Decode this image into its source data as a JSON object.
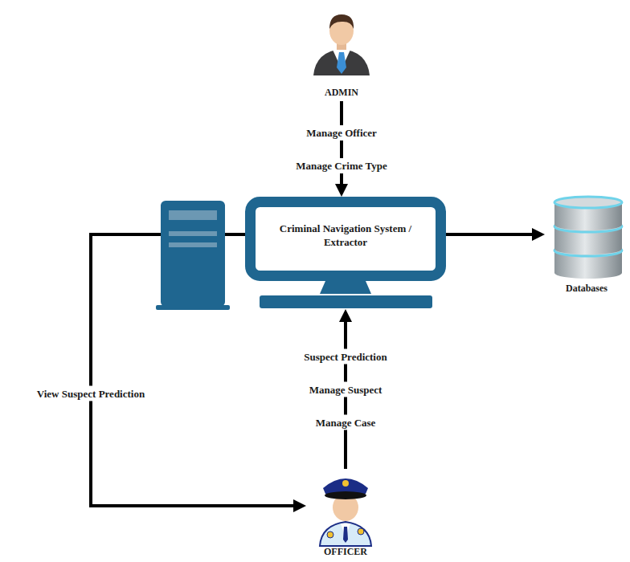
{
  "diagram": {
    "nodes": [
      {
        "text": [
          "ADMIN"
        ]
      },
      {
        "text": [
          "Criminal Navigation System / Extractor"
        ]
      },
      {
        "text": [
          "Databases"
        ]
      },
      {
        "text": [
          "OFFICER"
        ]
      }
    ],
    "edges": [
      {
        "from": 0,
        "to": 1,
        "arrow": "to",
        "label": "Manage Officer Manage Crime Type"
      },
      {
        "from": 1,
        "to": 2,
        "arrow": "to"
      },
      {
        "from": 3,
        "to": 1,
        "arrow": "to",
        "label": "Suspect Prediction Manage Suspect Manage Case"
      },
      {
        "from": 1,
        "to": 3,
        "arrow": "to",
        "label": "View Suspect Prediction"
      }
    ]
  }
}
